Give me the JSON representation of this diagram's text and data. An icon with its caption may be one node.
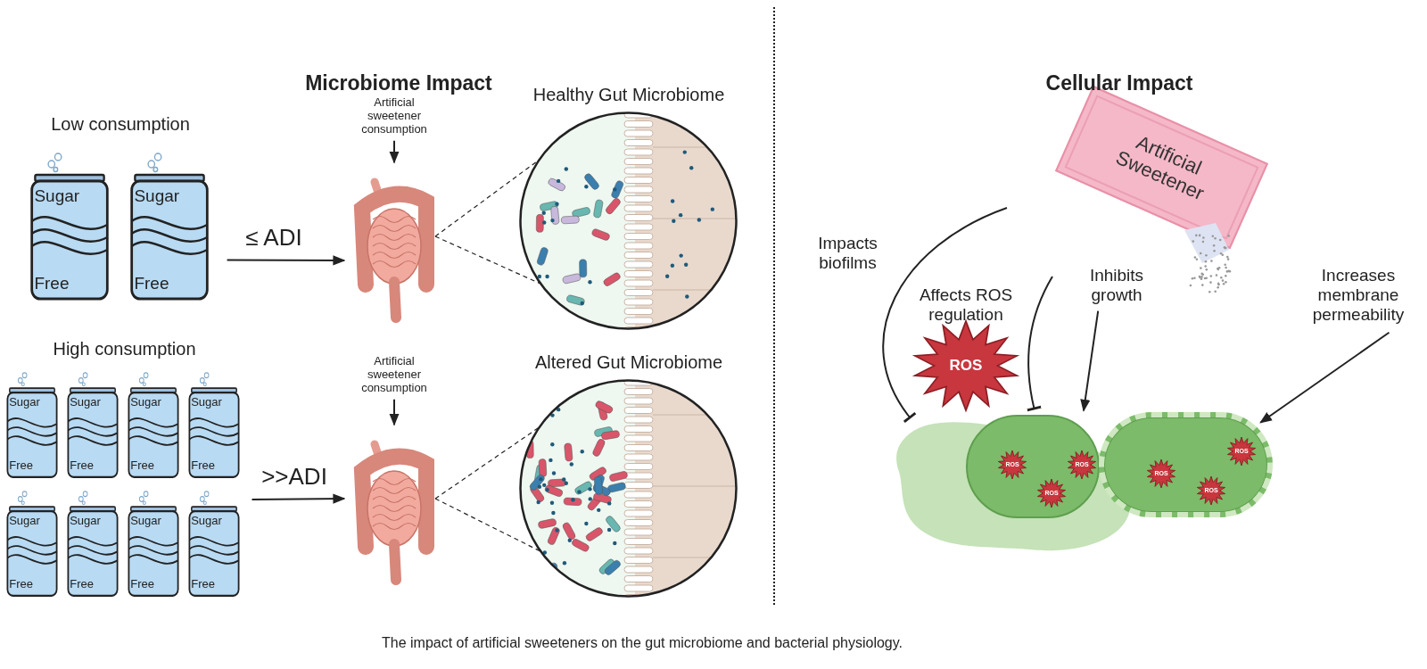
{
  "diagram": {
    "caption": "The impact of artificial sweeteners on the gut microbiome and bacterial physiology.",
    "nodes": [
      {
        "text": [
          "Low consumption"
        ]
      },
      {
        "text": [
          "Sugar",
          "Free"
        ],
        "in": 0
      },
      {
        "text": [
          "Sugar",
          "Free"
        ],
        "in": 0
      },
      {
        "text": [
          "Artificial sweetener consumption"
        ]
      },
      {
        "text": [],
        "shape": "picture"
      },
      {
        "text": [
          "Healthy Gut Microbiome"
        ]
      },
      {
        "text": [
          "High consumption"
        ]
      },
      {
        "text": [
          "Sugar",
          "Free"
        ],
        "in": 6
      },
      {
        "text": [
          "Sugar",
          "Free"
        ],
        "in": 6
      },
      {
        "text": [
          "Sugar",
          "Free"
        ],
        "in": 6
      },
      {
        "text": [
          "Sugar",
          "Free"
        ],
        "in": 6
      },
      {
        "text": [
          "Sugar",
          "Free"
        ],
        "in": 6
      },
      {
        "text": [
          "Sugar",
          "Free"
        ],
        "in": 6
      },
      {
        "text": [
          "Sugar",
          "Free"
        ],
        "in": 6
      },
      {
        "text": [
          "Sugar",
          "Free"
        ],
        "in": 6
      },
      {
        "text": [
          "Artificial sweetener consumption"
        ]
      },
      {
        "text": [],
        "shape": "picture"
      },
      {
        "text": [
          "Altered Gut Microbiome"
        ]
      },
      {
        "text": [
          "Artificial Sweetener"
        ]
      },
      {
        "text": [
          "ROS"
        ]
      },
      {
        "text": [
          "Inhibits growth"
        ]
      },
      {
        "text": [
          "Increases membrane permeability"
        ]
      },
      {
        "text": [],
        "shape": "picture"
      },
      {
        "text": [],
        "shape": "picture"
      },
      {
        "text": [
          "ROS"
        ],
        "in": 23
      },
      {
        "text": [
          "ROS"
        ],
        "in": 23
      },
      {
        "text": [
          "ROS"
        ],
        "in": 23
      },
      {
        "text": [],
        "shape": "picture"
      },
      {
        "text": [
          "ROS"
        ],
        "in": 27
      },
      {
        "text": [
          "ROS"
        ],
        "in": 27
      },
      {
        "text": [
          "ROS"
        ],
        "in": 27
      }
    ],
    "edges": [
      {
        "from": 0,
        "to": 4,
        "arrow": "to",
        "label": "≤ ADI"
      },
      {
        "from": 3,
        "to": 4,
        "arrow": "to"
      },
      {
        "from": 4,
        "to": 5,
        "arrow": "none",
        "style": "dashed"
      },
      {
        "from": 4,
        "to": 5,
        "arrow": "none",
        "style": "dashed"
      },
      {
        "from": 6,
        "to": 16,
        "arrow": "to",
        "label": ">>ADI"
      },
      {
        "from": 15,
        "to": 16,
        "arrow": "to"
      },
      {
        "from": 16,
        "to": 17,
        "arrow": "none",
        "style": "dashed"
      },
      {
        "from": 16,
        "to": 17,
        "arrow": "none",
        "style": "dashed"
      },
      {
        "from": null,
        "to": 22,
        "arrow": "other",
        "label": "Impacts biofilms"
      },
      {
        "from": null,
        "to": 23,
        "arrow": "other",
        "label": "Affects ROS regulation"
      },
      {
        "from": 20,
        "to": 23,
        "arrow": "to"
      },
      {
        "from": 21,
        "to": 27,
        "arrow": "to"
      }
    ],
    "labels": [
      "Microbiome Impact",
      "Cellular Impact"
    ]
  }
}
